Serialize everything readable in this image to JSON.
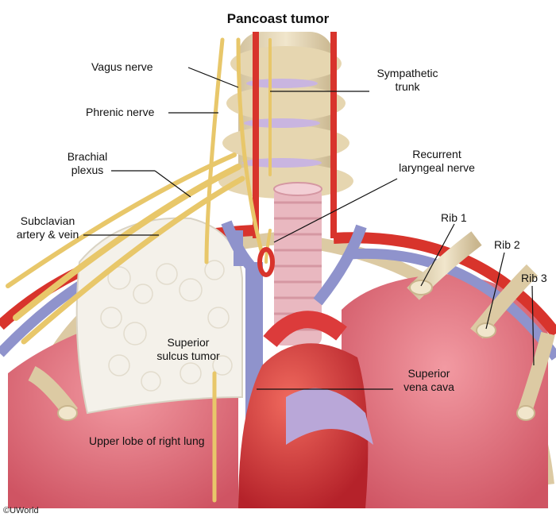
{
  "title": "Pancoast tumor",
  "copyright": "©UWorld",
  "labels": {
    "vagus": "Vagus nerve",
    "sympathetic_1": "Sympathetic",
    "sympathetic_2": "trunk",
    "phrenic": "Phrenic nerve",
    "brachial_1": "Brachial",
    "brachial_2": "plexus",
    "recurrent_1": "Recurrent",
    "recurrent_2": "laryngeal nerve",
    "subclavian_1": "Subclavian",
    "subclavian_2": "artery & vein",
    "rib1": "Rib 1",
    "rib2": "Rib 2",
    "rib3": "Rib 3",
    "tumor_1": "Superior",
    "tumor_2": "sulcus tumor",
    "svc_1": "Superior",
    "svc_2": "vena cava",
    "upper_lobe": "Upper lobe of right lung"
  },
  "colors": {
    "nerve": "#e8c76a",
    "artery": "#d8342c",
    "vein": "#8f93cc",
    "lung": "#e77a86",
    "bone": "#e9dcc0",
    "tumor": "#f4f1ea",
    "heart": "#dc3b3b"
  }
}
